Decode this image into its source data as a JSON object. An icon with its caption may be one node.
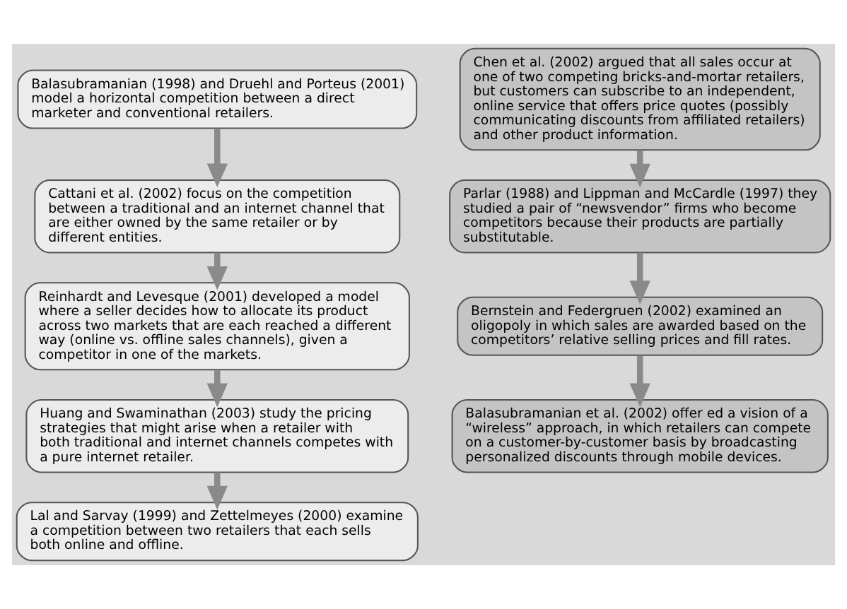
{
  "diagram": {
    "nodes": [
      {
        "text": [
          "Balasubramanian (1998) and Druehl and Porteus (2001) model a horizontal competition between a direct marketer and conventional retailers."
        ]
      },
      {
        "text": [
          "Cattani et al. (2002) focus on the competition between a traditional and an internet channel that are either owned by the same retailer or by different entities."
        ]
      },
      {
        "text": [
          "Reinhardt and Levesque (2001) developed a model where a seller decides how to allocate its product across two markets that are each reached a different way (online vs. offline sales channels), given a competitor in one of the markets."
        ]
      },
      {
        "text": [
          "Huang and Swaminathan (2003) study the pricing strategies that might arise when a retailer with both traditional and internet channels competes with a pure internet retailer."
        ]
      },
      {
        "text": [
          "Lal and Sarvay (1999) and Zettelmeyes (2000) examine a competition between two retailers that each sells both online and offline."
        ]
      },
      {
        "text": [
          "Chen et al. (2002) argued that all sales occur at one of two competing bricks-and-mortar retailers, but customers can subscribe to an independent, online service that offers price quotes (possibly communicating discounts from affiliated retailers) and other product information."
        ]
      },
      {
        "text": [
          "Parlar (1988) and Lippman and McCardle (1997) they studied a pair of “newsvendor” firms who become competitors because their products are partially substitutable."
        ]
      },
      {
        "text": [
          "Bernstein and Federgruen (2002) examined an oligopoly in which sales are awarded based on the competitors’ relative selling prices and fill rates."
        ]
      },
      {
        "text": [
          "Balasubramanian et al. (2002) offer ed a vision of a “wireless” approach, in which retailers can compete on a customer-by-customer basis by broadcasting personalized discounts through mobile devices."
        ]
      }
    ],
    "edges": [
      {
        "from": 0,
        "to": 1,
        "arrow": "to"
      },
      {
        "from": 1,
        "to": 2,
        "arrow": "to"
      },
      {
        "from": 2,
        "to": 3,
        "arrow": "to"
      },
      {
        "from": 3,
        "to": 4,
        "arrow": "to"
      },
      {
        "from": 5,
        "to": 6,
        "arrow": "to"
      },
      {
        "from": 6,
        "to": 7,
        "arrow": "to"
      },
      {
        "from": 7,
        "to": 8,
        "arrow": "to"
      }
    ]
  }
}
